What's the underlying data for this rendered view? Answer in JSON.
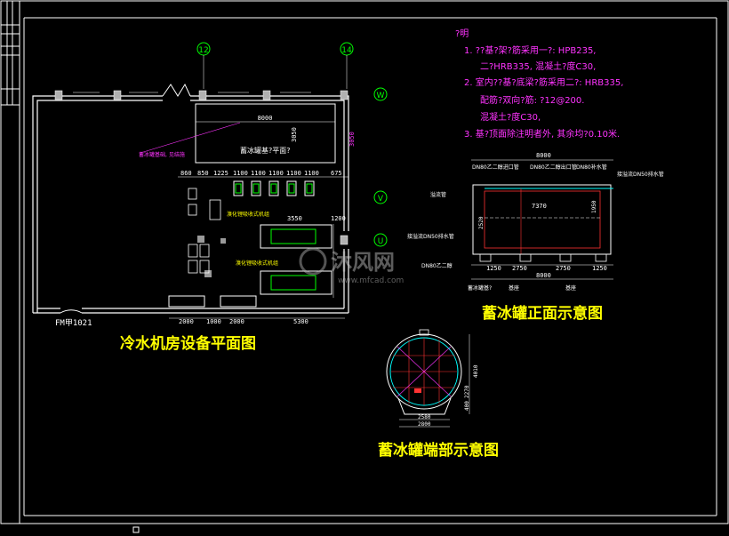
{
  "titles": {
    "plan": "冷水机房设备平面图",
    "tank_front": "蓄冰罐正面示意图",
    "tank_end": "蓄冰罐端部示意图"
  },
  "notes": {
    "heading": "?明",
    "lines": [
      "1. ??基?架?筋采用一?: HPB235,",
      "二?HRB335, 混凝土?度C30,",
      "2. 室内??基?底梁?筋采用二?: HRB335,",
      "配筋?双向?筋: ?12@200.",
      "混凝土?度C30,",
      "3. 基?顶面除注明者外, 其余均?0.10米."
    ]
  },
  "grid_markers": {
    "top": [
      "12",
      "14"
    ],
    "right": [
      "W",
      "V",
      "U"
    ]
  },
  "plan": {
    "door_label": "FM甲1021",
    "tank_label": "蓄冰罐基?平面?",
    "dim_tank_len": "8000",
    "dim_tank_wid": "3050",
    "dim_right": "3050",
    "dim_row": [
      "860",
      "850",
      "1225",
      "1100",
      "1100",
      "1100",
      "1100",
      "1100",
      "675"
    ],
    "dim_bottom": [
      "2000",
      "1000",
      "2000"
    ],
    "dim_total": "5300",
    "dim_mid": "3550",
    "dim_mid2": "1200",
    "equip_label_1": "溴化锂吸收式机组",
    "equip_label_2": "溴化锂吸收式机组"
  },
  "tank_front": {
    "dim_total": "8000",
    "dim_inner": "7370",
    "dim_bottom_total": "8000",
    "dim_sub": [
      "1250",
      "2750",
      "2750",
      "1250"
    ],
    "labels": [
      "DN80乙二醇进口管",
      "DN80乙二醇出口管",
      "DN80补水管",
      "接溢流DN50排水管",
      "溢流管",
      "接溢流DN50排水管",
      "DN80乙二醇",
      "蓄冰罐基?",
      "基座",
      "基座"
    ],
    "heights": [
      "2520",
      "1950"
    ]
  },
  "tank_end": {
    "dims": [
      "2580",
      "2800",
      "4010",
      "2270",
      "400"
    ]
  },
  "watermark": {
    "brand": "沐风网",
    "url": "www.mfcad.com"
  },
  "colors": {
    "bg": "#000000",
    "line": "#ffffff",
    "accent_yellow": "#ffff00",
    "accent_magenta": "#ff33ff",
    "accent_green": "#00ff00",
    "accent_cyan": "#00ffff",
    "accent_red": "#ff3333"
  }
}
